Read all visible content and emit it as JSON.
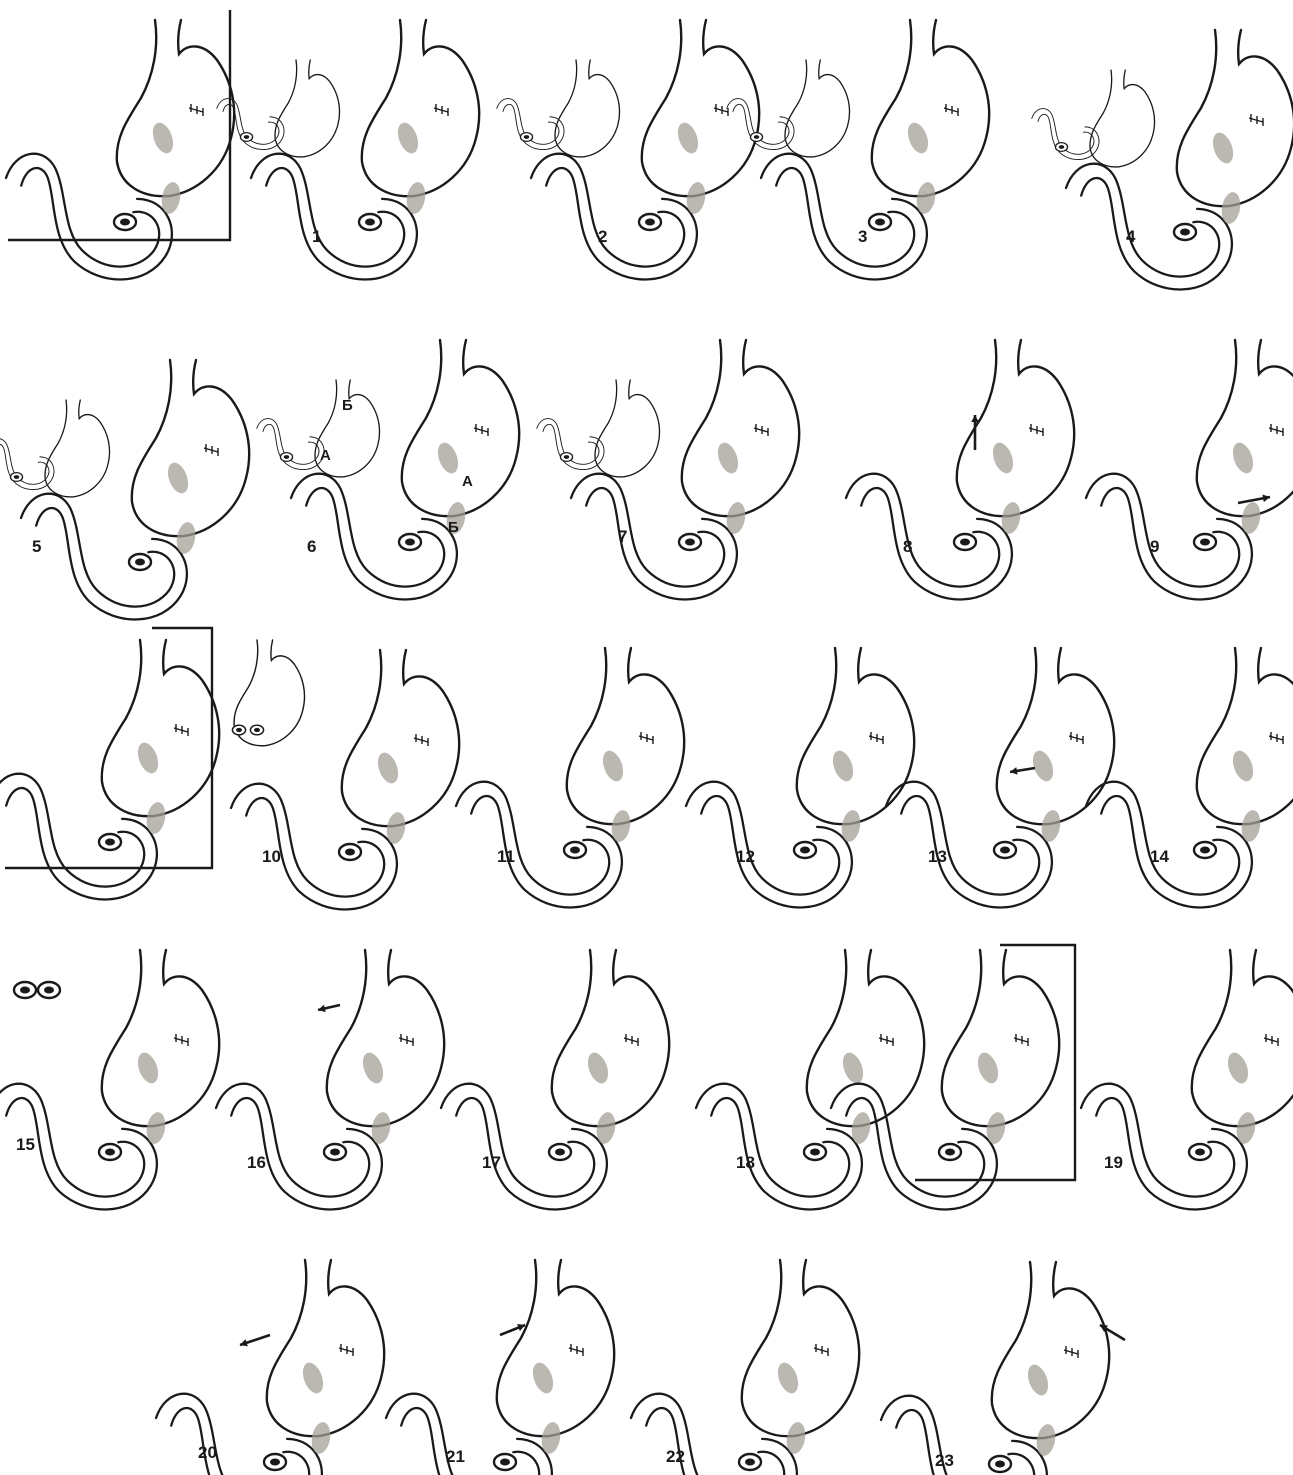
{
  "figure_numbers": [
    "1",
    "2",
    "3",
    "4",
    "5",
    "6",
    "7",
    "8",
    "9",
    "10",
    "11",
    "12",
    "13",
    "14",
    "15",
    "16",
    "17",
    "18",
    "19",
    "20",
    "21",
    "22",
    "23"
  ],
  "fig6_labels": {
    "a": "А",
    "b": "Б"
  },
  "colors": {
    "ink": "#1a1a1a",
    "anastomosis": "#a3a096",
    "resected": "#8c8c8c",
    "paper": "#ffffff"
  }
}
